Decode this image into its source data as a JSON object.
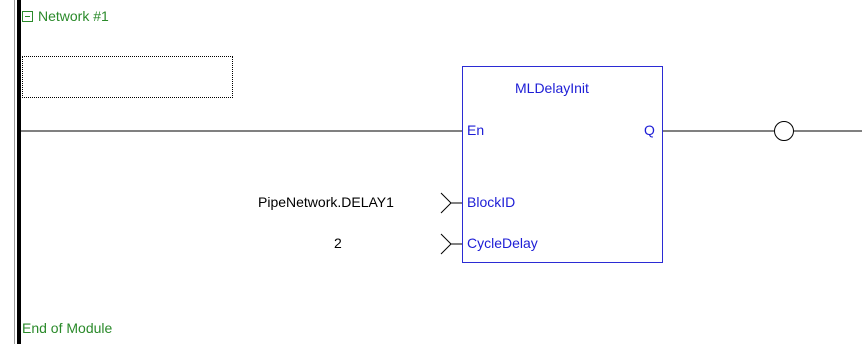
{
  "network": {
    "header": "Network #1",
    "end_label": "End of Module"
  },
  "block": {
    "name": "MLDelayInit",
    "inputs": {
      "en": "En",
      "blockid": "BlockID",
      "cycledelay": "CycleDelay"
    },
    "outputs": {
      "q": "Q"
    }
  },
  "params": {
    "blockid_value": "PipeNetwork.DELAY1",
    "cycledelay_value": "2"
  },
  "colors": {
    "network_text": "#2a8a2a",
    "block_text": "#1d1dd6",
    "block_border": "#2b2bd4",
    "rail": "#000000"
  },
  "icons": {
    "collapse": "collapse-minus-icon",
    "coil": "coil-icon",
    "input-arrow": "input-arrow-icon"
  }
}
